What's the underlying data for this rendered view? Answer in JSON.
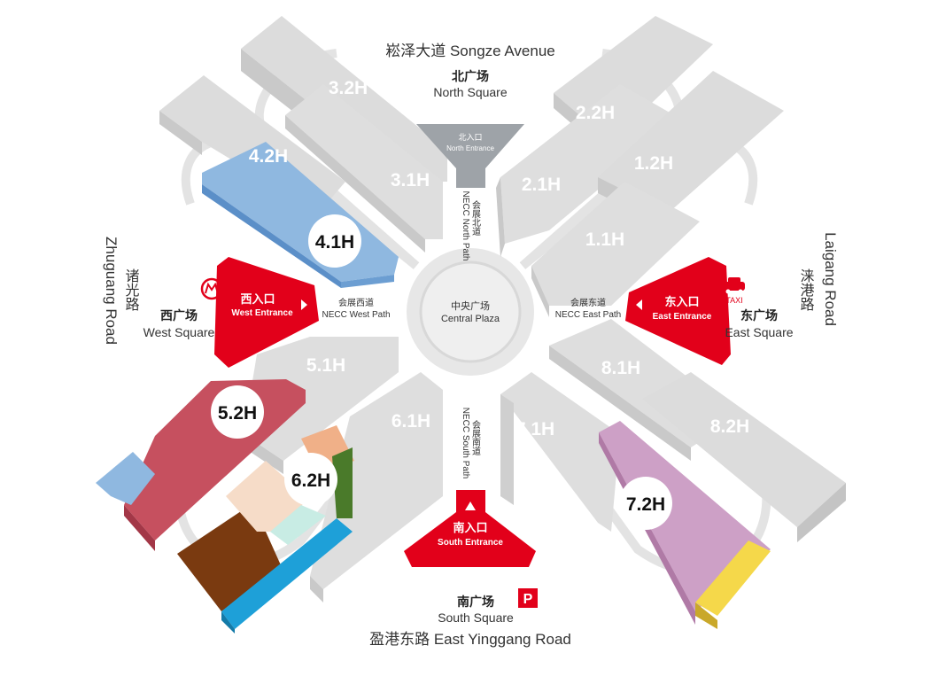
{
  "roads": {
    "north": "崧泽大道 Songze Avenue",
    "south": "盈港东路 East Yinggang Road",
    "west_zh": "诸光路",
    "west_en": "Zhuguang Road",
    "east_zh": "涞港路",
    "east_en": "Laigang Road"
  },
  "squares": {
    "north_zh": "北广场",
    "north_en": "North Square",
    "south_zh": "南广场",
    "south_en": "South Square",
    "west_zh": "西广场",
    "west_en": "West Square",
    "east_zh": "东广场",
    "east_en": "East Square",
    "central_zh": "中央广场",
    "central_en": "Central Plaza"
  },
  "entrances": {
    "north_zh": "北入口",
    "north_en": "North Entrance",
    "south_zh": "南入口",
    "south_en": "South Entrance",
    "west_zh": "西入口",
    "west_en": "West Entrance",
    "east_zh": "东入口",
    "east_en": "East Entrance"
  },
  "paths": {
    "north_zh": "会展北道",
    "north_en": "NECC North Path",
    "south_zh": "会展南道",
    "south_en": "NECC South Path",
    "west_zh": "会展西道",
    "west_en": "NECC West Path",
    "east_zh": "会展东道",
    "east_en": "NECC East Path"
  },
  "halls": {
    "h32": "3.2H",
    "h31": "3.1H",
    "h22": "2.2H",
    "h21": "2.1H",
    "h12": "1.2H",
    "h11": "1.1H",
    "h42": "4.2H",
    "h41": "4.1H",
    "h51": "5.1H",
    "h52": "5.2H",
    "h61": "6.1H",
    "h62": "6.2H",
    "h71": "7.1H",
    "h72": "7.2H",
    "h81": "8.1H",
    "h82": "8.2H"
  },
  "icons": {
    "metro": "metro-icon",
    "taxi": "taxi-icon",
    "taxi_label": "TAXI",
    "parking": "P"
  },
  "colors": {
    "building": "#dcdcdc",
    "building_edge": "#c4c4c4",
    "entrance_red": "#e2001a",
    "north_entrance_grey": "#9ea3a8",
    "hall_41_blue": "#8fb8e0",
    "hall_52_red": "#c6505f",
    "hall_72_purple": "#cda0c6",
    "hall_72_yellow": "#f5d84a",
    "hall_62_brown": "#7a3a10",
    "hall_62_cyan": "#1ea0d8",
    "hall_62_green": "#4a7a2a",
    "hall_62_peach": "#f0c8a8"
  }
}
